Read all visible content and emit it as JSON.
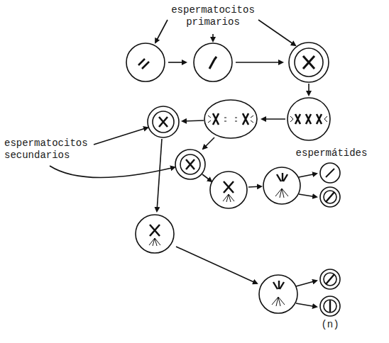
{
  "diagram": {
    "labels": [
      "espermatocitos primarios",
      "espermatocitos secundarios",
      "espermátides",
      "(n)"
    ]
  }
}
